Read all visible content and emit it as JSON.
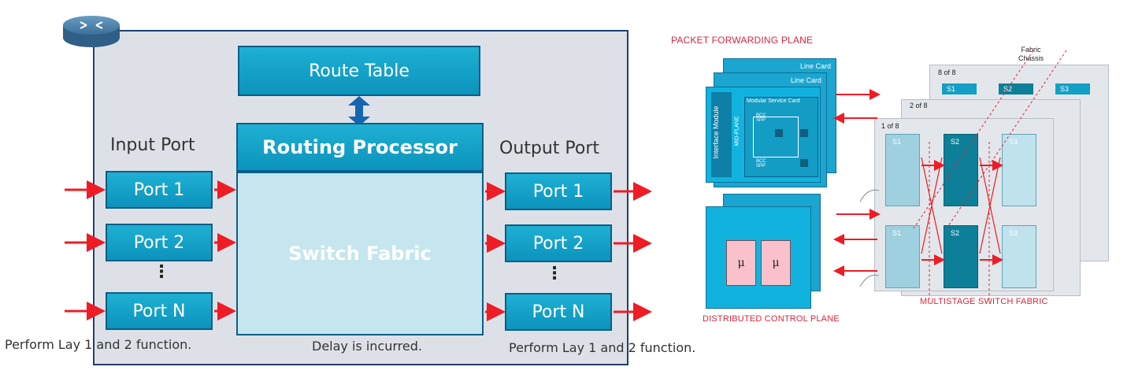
{
  "router": {
    "icon": "router-icon",
    "route_table": "Route Table",
    "routing_processor": "Routing Processor",
    "switch_fabric": "Switch Fabric",
    "input_port_heading": "Input Port",
    "output_port_heading": "Output Port",
    "input_ports": [
      "Port 1",
      "Port 2",
      "Port N"
    ],
    "output_ports": [
      "Port 1",
      "Port 2",
      "Port N"
    ],
    "vertical_dots": "⋮",
    "caption_input": "Perform Lay 1 and 2 function.",
    "caption_fabric": "Delay is incurred.",
    "caption_output": "Perform Lay 1 and 2 function.",
    "colors": {
      "box": "#15a3cc",
      "fabric": "#c5e6ee",
      "arrow": "#ee1c25",
      "frame": "#1f3f6f"
    }
  },
  "chassis": {
    "packet_forwarding_plane": "PACKET FORWARDING PLANE",
    "line_card_back": "Line Card",
    "line_card_front": "Line Card",
    "interface_module": "Interface Module",
    "mid_plane": "MID-PLANE",
    "modular_service_card": "Modular Service Card",
    "bcc_spp_1": "BCC SPP",
    "bcc_spp_2": "BCC SPP",
    "fabric_chassis": "Fabric Chassis",
    "chassis_labels": [
      "8 of 8",
      "2 of 8",
      "1 of 8"
    ],
    "stages": [
      "S1",
      "S2",
      "S3"
    ],
    "mu_symbol": "μ",
    "distributed_control_plane": "DISTRIBUTED CONTROL PLANE",
    "multistage_switch_fabric": "MULTISTAGE SWITCH FABRIC",
    "colors": {
      "title_red": "#d9263c",
      "card": "#1aa6d0"
    }
  }
}
